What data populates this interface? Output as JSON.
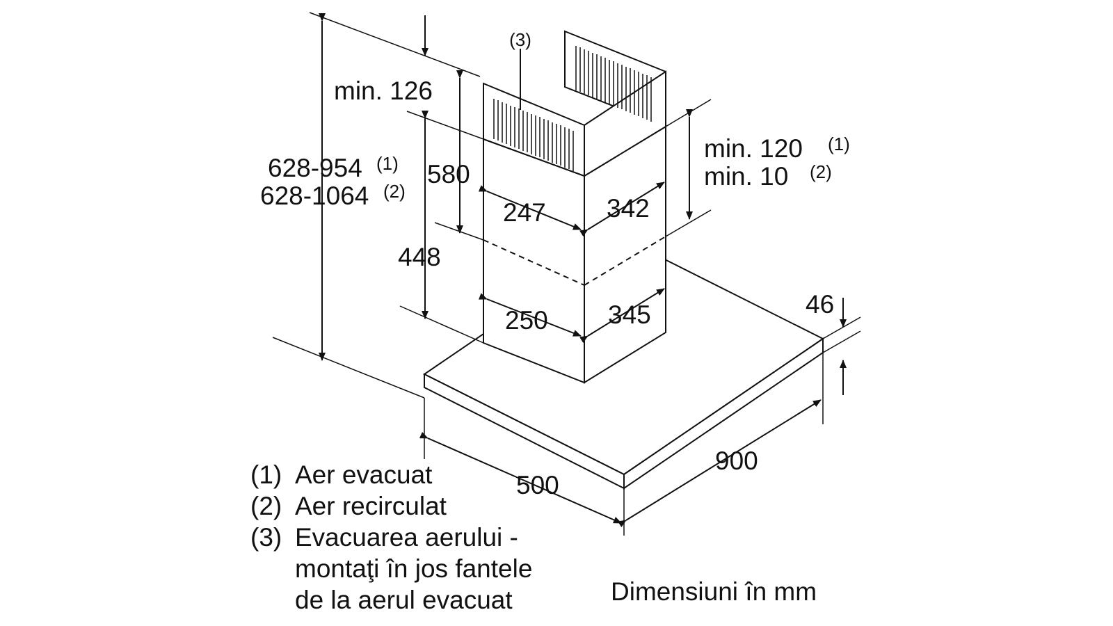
{
  "dimensions": {
    "total_height": {
      "value": "628-954",
      "note": "(1)"
    },
    "total_height_recirc": {
      "value": "628-1064",
      "note": "(2)"
    },
    "min_top": "min. 126",
    "upper_chimney": "580",
    "lower_chimney": "448",
    "upper_width": "247",
    "upper_depth": "342",
    "lower_width": "250",
    "lower_depth": "345",
    "min_ceiling_1": {
      "value": "min. 120",
      "note": "(1)"
    },
    "min_ceiling_2": {
      "value": "min. 10",
      "note": "(2)"
    },
    "canopy_height": "46",
    "width": "900",
    "depth": "500",
    "callout": "(3)"
  },
  "legend": [
    {
      "num": "(1)",
      "text": "Aer evacuat"
    },
    {
      "num": "(2)",
      "text": "Aer recirculat"
    },
    {
      "num": "(3)",
      "text": "Evacuarea aerului -"
    },
    {
      "num": "",
      "text": "montaţi în jos fantele"
    },
    {
      "num": "",
      "text": "de la aerul evacuat"
    }
  ],
  "units_note": "Dimensiuni în mm"
}
